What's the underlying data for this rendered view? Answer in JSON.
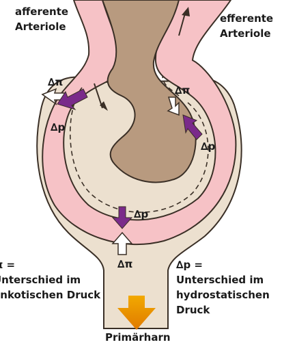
{
  "labels": {
    "afferent_line1": "afferente",
    "afferent_line2": "Arteriole",
    "efferent_line1": "efferente",
    "efferent_line2": "Arteriole",
    "delta_pi_def_line1": "∆π =",
    "delta_pi_def_line2": "Unterschied im",
    "delta_pi_def_line3": "onkotischen Druck",
    "delta_p_def_line1": "∆p =",
    "delta_p_def_line2": "Unterschied im",
    "delta_p_def_line3": "hydrostatischen",
    "delta_p_def_line4": "Druck",
    "primary_urine": "Primärharn"
  },
  "symbols": {
    "delta_pi": "∆π",
    "delta_p": "∆p"
  },
  "colors": {
    "capsule": "#ece0cf",
    "capsule_outline": "#3a2f26",
    "capillary": "#f6c2c6",
    "capillary_outline": "#3a2f26",
    "tissue": "#b89a7f",
    "purple_arrow": "#7a2a8a",
    "white_arrow": "#ffffff",
    "urine_arrow_top": "#f2a900",
    "urine_arrow_bottom": "#e07a00"
  }
}
